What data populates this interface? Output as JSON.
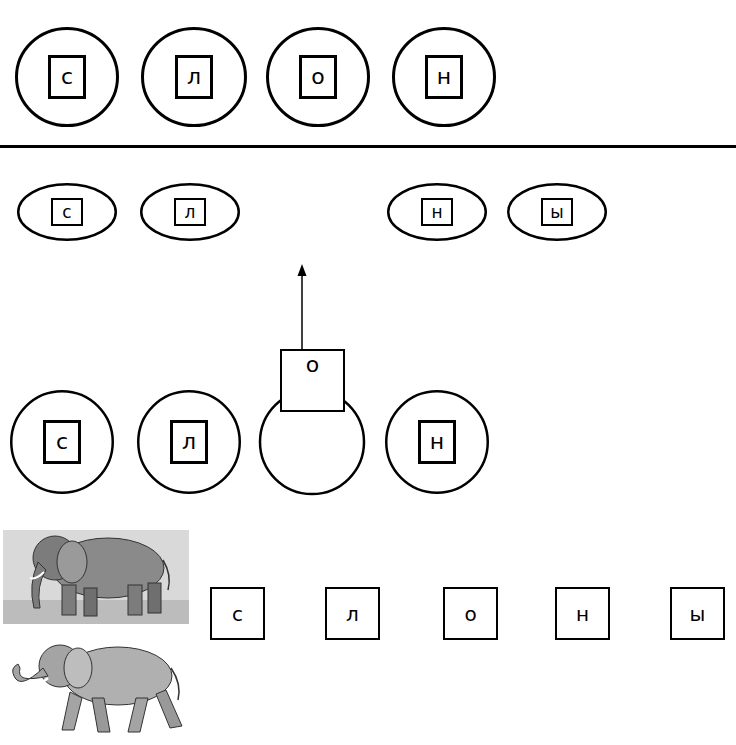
{
  "diagram": {
    "nodes": [
      {
        "text": [
          "с"
        ]
      },
      {
        "text": [
          "л"
        ]
      },
      {
        "text": [
          "о"
        ]
      },
      {
        "text": [
          "н"
        ]
      },
      {
        "text": [
          "с"
        ]
      },
      {
        "text": [
          "л"
        ]
      },
      {
        "text": [
          "н"
        ]
      },
      {
        "text": [
          "ы"
        ]
      },
      {
        "text": [
          "с"
        ]
      },
      {
        "text": [
          "л"
        ]
      },
      {
        "text": [
          "о"
        ]
      },
      {
        "text": [
          "н"
        ]
      },
      {
        "text": [
          "с"
        ]
      },
      {
        "text": [
          "л"
        ]
      },
      {
        "text": [
          "о"
        ]
      },
      {
        "text": [
          "н"
        ]
      },
      {
        "text": [
          "ы"
        ]
      }
    ]
  }
}
